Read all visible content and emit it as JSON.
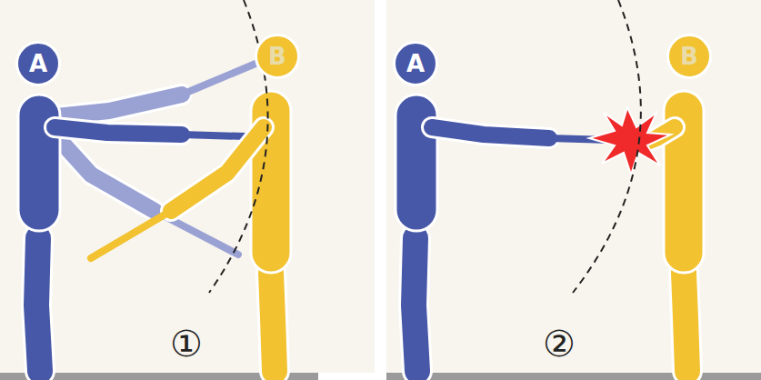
{
  "diagram": {
    "nodes": [
      {
        "text": [
          "A"
        ]
      },
      {
        "text": [
          "B"
        ]
      },
      {
        "text": [
          "A"
        ]
      },
      {
        "text": [
          "B"
        ]
      }
    ],
    "labels": [
      "①",
      "②"
    ]
  }
}
